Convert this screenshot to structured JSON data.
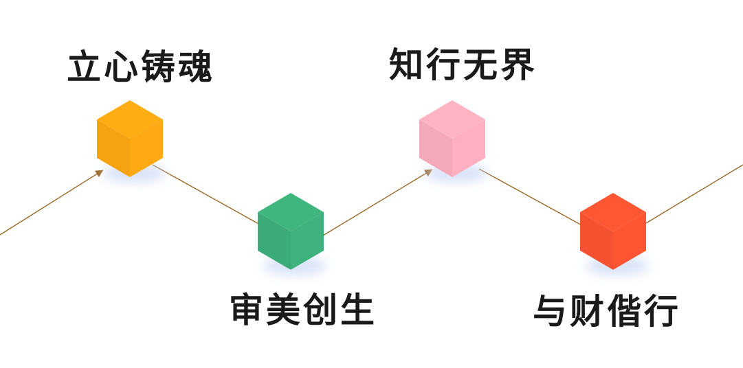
{
  "diagram": {
    "stages": [
      {
        "label": "立心铸魂",
        "color": "#FFAA12"
      },
      {
        "label": "审美创生",
        "color": "#3DB27C"
      },
      {
        "label": "知行无界",
        "color": "#FFB0C0"
      },
      {
        "label": "与财偕行",
        "color": "#FF5533"
      }
    ],
    "connector_color": "#9A6A2A"
  }
}
